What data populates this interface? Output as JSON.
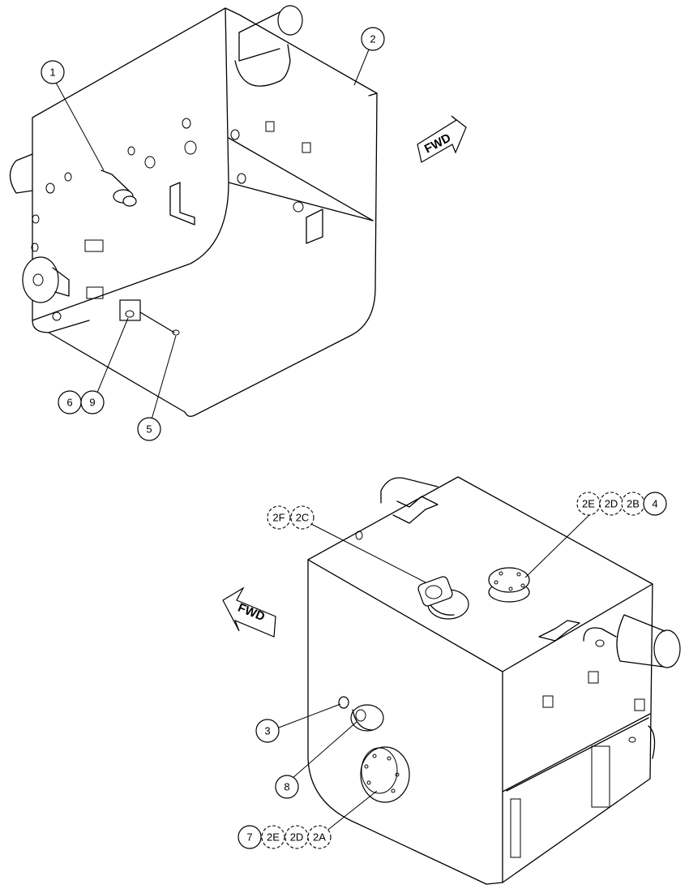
{
  "fwd_labels": {
    "top": "FWD",
    "bottom": "FWD"
  },
  "callouts": {
    "c1": "1",
    "c2": "2",
    "c3": "3",
    "c4": "4",
    "c5": "5",
    "c6": "6",
    "c7": "7",
    "c8": "8",
    "c9": "9",
    "c2a": "2A",
    "c2b": "2B",
    "c2c": "2C",
    "c2d_top": "2D",
    "c2d_bot": "2D",
    "c2e_top": "2E",
    "c2e_bot": "2E",
    "c2f": "2F"
  }
}
